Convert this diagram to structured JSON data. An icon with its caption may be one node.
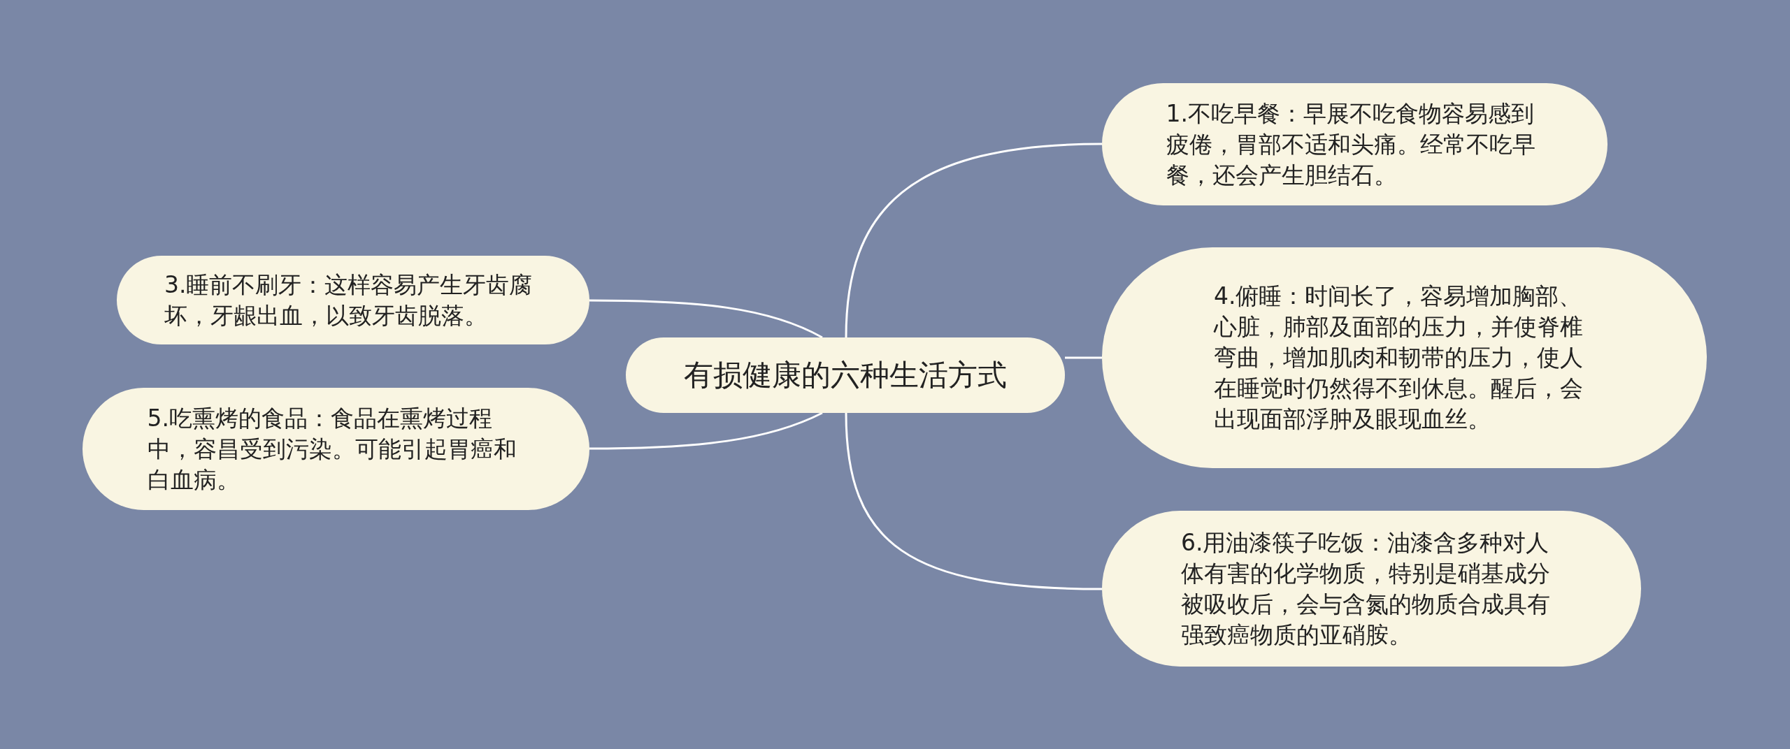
{
  "diagram": {
    "nodes": [
      {
        "text": [
          "有损健康的六种生活方式"
        ]
      },
      {
        "text": [
          "1.不吃早餐：早展不吃食物容易感到疲倦，胃部不适和头痛。经常不吃早餐，还会产生胆结石。"
        ]
      },
      {
        "text": [
          "3.睡前不刷牙：这样容易产生牙齿腐坏，牙龈出血，以致牙齿脱落。"
        ]
      },
      {
        "text": [
          "4.俯睡：时间长了，容易增加胸部、心脏，肺部及面部的压力，并使脊椎弯曲，增加肌肉和韧带的压力，使人在睡觉时仍然得不到休息。醒后，会出现面部浮肿及眼现血丝。"
        ]
      },
      {
        "text": [
          "5.吃熏烤的食品：食品在熏烤过程中，容昌受到污染。可能引起胃癌和白血病。"
        ]
      },
      {
        "text": [
          "6.用油漆筷子吃饭：油漆含多种对人体有害的化学物质，特别是硝基成分被吸收后，会与含氮的物质合成具有强致癌物质的亚硝胺。"
        ]
      }
    ],
    "edges": [
      {
        "from": 0,
        "to": 1,
        "arrow": "none"
      },
      {
        "from": 0,
        "to": 2,
        "arrow": "none"
      },
      {
        "from": 0,
        "to": 3,
        "arrow": "none"
      },
      {
        "from": 0,
        "to": 4,
        "arrow": "none"
      },
      {
        "from": 0,
        "to": 5,
        "arrow": "none"
      }
    ]
  }
}
